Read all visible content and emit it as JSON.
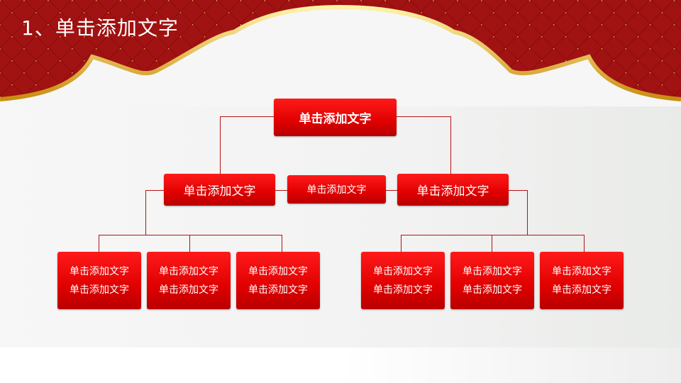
{
  "title": "1、单击添加文字",
  "chart": {
    "root": "单击添加文字",
    "mid": [
      "单击添加文字",
      "单击添加文字",
      "单击添加文字"
    ],
    "leaves": [
      [
        "单击添加文字",
        "单击添加文字"
      ],
      [
        "单击添加文字",
        "单击添加文字"
      ],
      [
        "单击添加文字",
        "单击添加文字"
      ],
      [
        "单击添加文字",
        "单击添加文字"
      ],
      [
        "单击添加文字",
        "单击添加文字"
      ],
      [
        "单击添加文字",
        "单击添加文字"
      ]
    ]
  },
  "colors": {
    "box": "#e00000",
    "line": "#b41414",
    "header": "#8a0a0a",
    "gold": "#e8b920"
  }
}
